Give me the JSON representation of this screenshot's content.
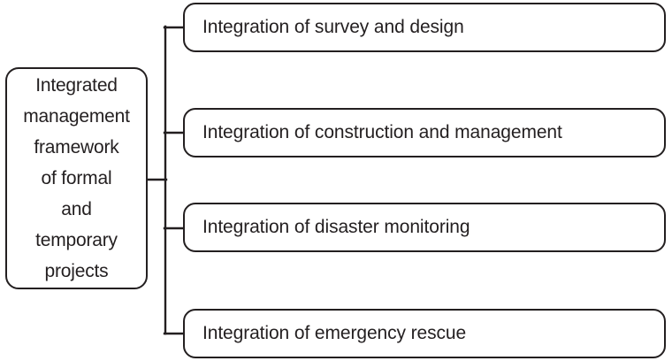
{
  "diagram": {
    "type": "tree-hierarchy",
    "orientation": "left-to-right",
    "root": {
      "label": "Integrated\nmanagement\nframework\nof formal\nand\ntemporary\nprojects",
      "label_lines": [
        "Integrated",
        "management",
        "framework",
        "of formal",
        "and",
        "temporary",
        "projects"
      ]
    },
    "branches": [
      {
        "label": "Integration of survey and design"
      },
      {
        "label": "Integration of construction and management"
      },
      {
        "label": "Integration of disaster monitoring"
      },
      {
        "label": "Integration of emergency rescue"
      }
    ],
    "colors": {
      "stroke": "#231f20",
      "text": "#231f20",
      "fill": "#ffffff",
      "background": "#ffffff"
    }
  }
}
